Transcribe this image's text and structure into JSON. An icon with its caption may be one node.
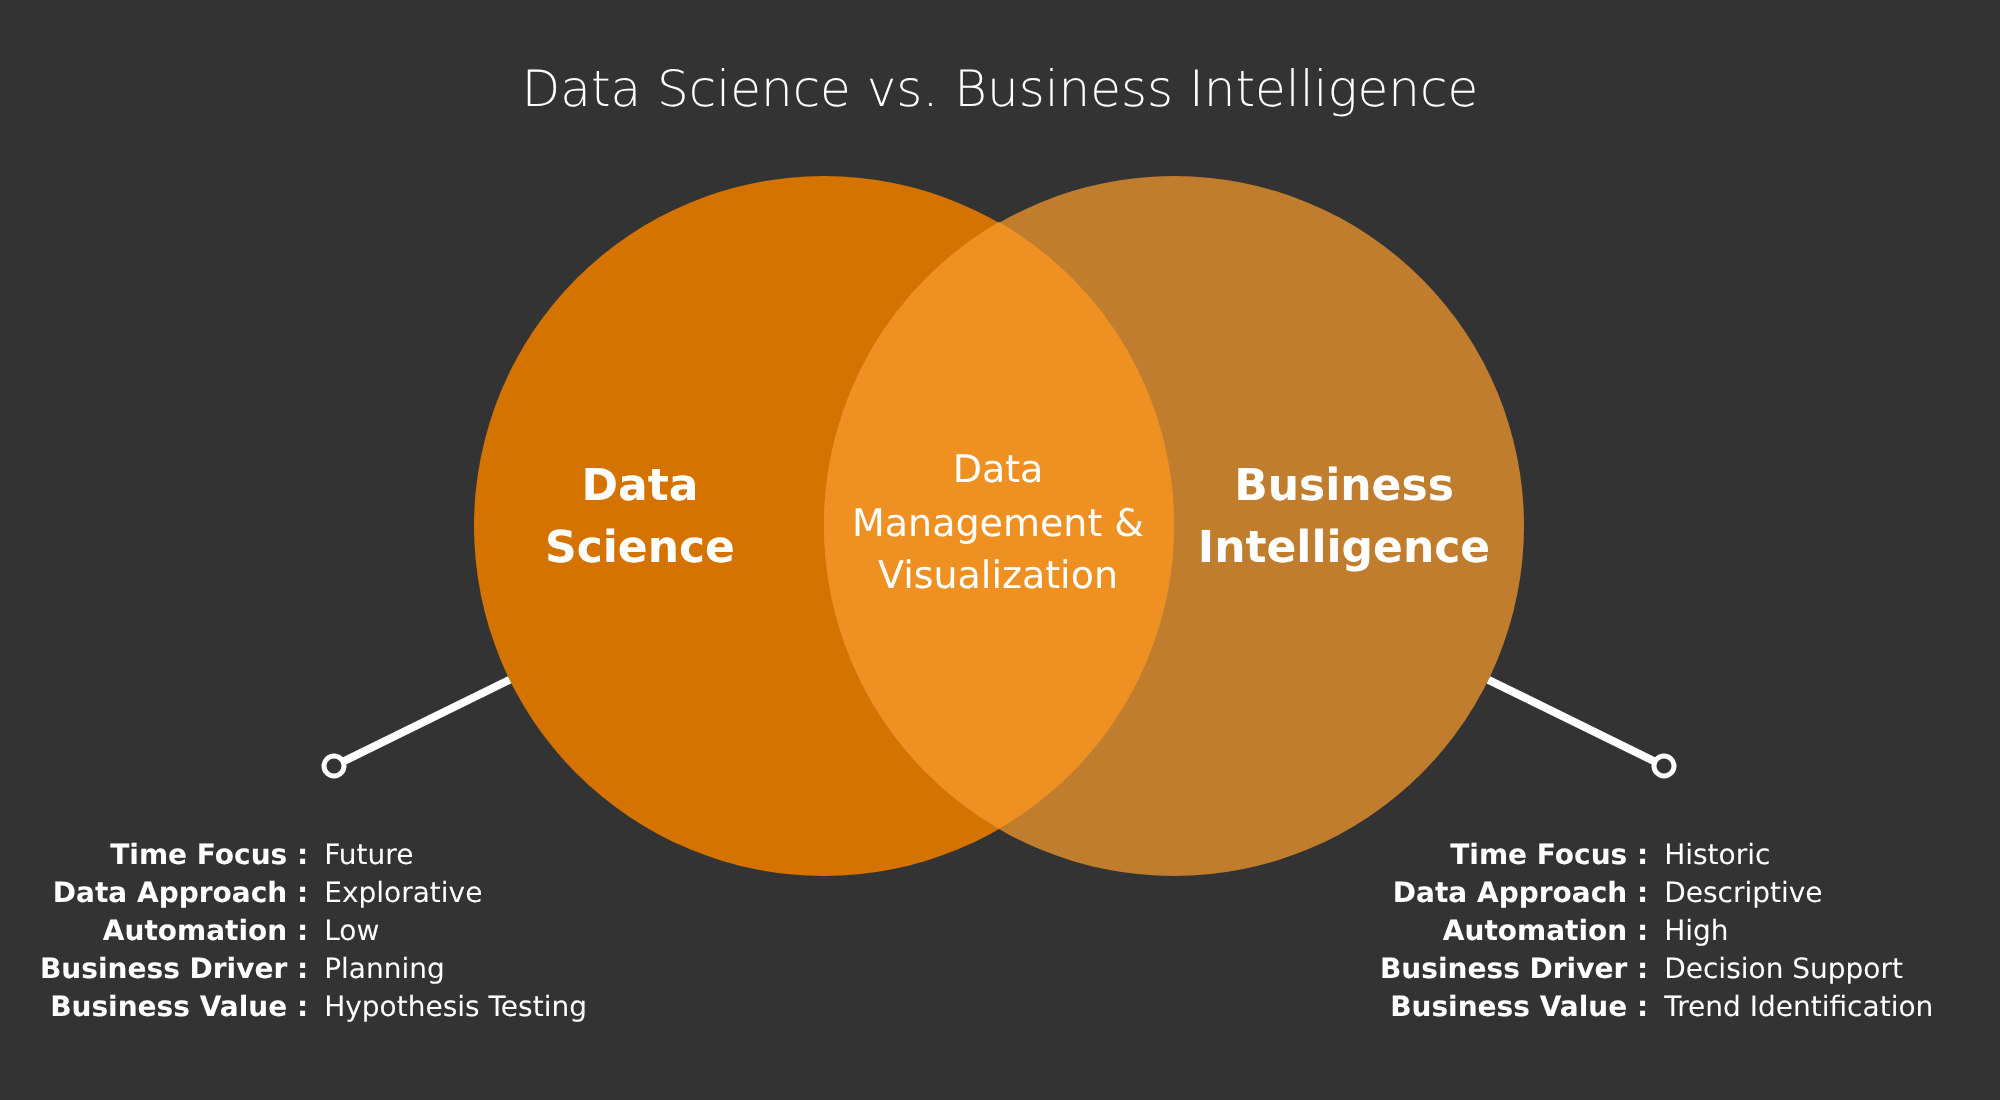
{
  "diagram": {
    "title": "Data Science vs. Business Intelligence",
    "nodes": [
      {
        "text": [
          "Data Science"
        ]
      },
      {
        "text": [
          "Business Intelligence"
        ]
      },
      {
        "text": [
          "Data Management & Visualization"
        ]
      },
      {
        "text": [
          "Time Focus :",
          "Future",
          "Data Approach :",
          "Explorative",
          "Automation :",
          "Low",
          "Business Driver :",
          "Planning",
          "Business Value :",
          "Hypothesis Testing"
        ]
      },
      {
        "text": [
          "Time Focus :",
          "Historic",
          "Data Approach :",
          "Descriptive",
          "Automation :",
          "High",
          "Business Driver :",
          "Decision Support",
          "Business Value :",
          "Trend Identification"
        ]
      }
    ],
    "edges": [
      {
        "from": 3,
        "to": 0,
        "arrow": "other"
      },
      {
        "from": 4,
        "to": 1,
        "arrow": "other"
      }
    ]
  }
}
